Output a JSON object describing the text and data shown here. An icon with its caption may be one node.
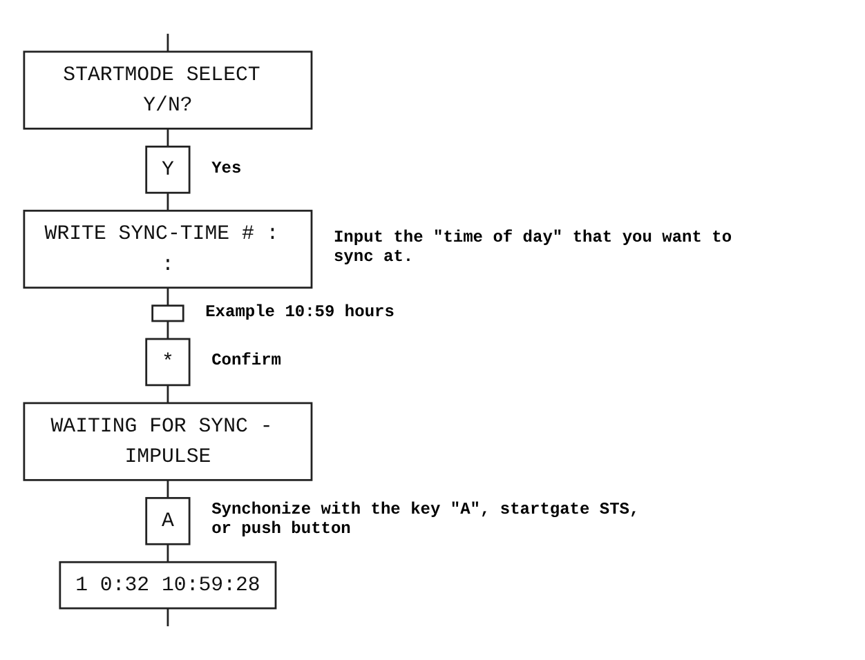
{
  "diagram": {
    "nodes": [
      {
        "text": [
          "STARTMODE SELECT Y/N?"
        ]
      },
      {
        "text": [
          "Y"
        ],
        "beside": [
          "Yes"
        ]
      },
      {
        "text": [
          "WRITE SYNC-TIME # : :"
        ],
        "beside": [
          "Input the \"time of day\" that you want to sync at."
        ]
      },
      {
        "text": [],
        "shape": "box",
        "beside": [
          "Example 10:59 hours"
        ]
      },
      {
        "text": [
          "*"
        ],
        "beside": [
          "Confirm"
        ]
      },
      {
        "text": [
          "WAITING FOR SYNC - IMPULSE"
        ]
      },
      {
        "text": [
          "A"
        ],
        "beside": [
          "Synchonize with the key \"A\", startgate STS, or push button"
        ]
      },
      {
        "text": [
          "1 0:32 10:59:28"
        ]
      }
    ],
    "edges": [
      {
        "from": null,
        "to": 0,
        "arrow": "none"
      },
      {
        "from": 0,
        "to": 1,
        "arrow": "none"
      },
      {
        "from": 1,
        "to": 2,
        "arrow": "none"
      },
      {
        "from": 2,
        "to": 3,
        "arrow": "none"
      },
      {
        "from": 3,
        "to": 4,
        "arrow": "none"
      },
      {
        "from": 4,
        "to": 5,
        "arrow": "none"
      },
      {
        "from": 5,
        "to": 6,
        "arrow": "none"
      },
      {
        "from": 6,
        "to": 7,
        "arrow": "none"
      },
      {
        "from": 7,
        "to": null,
        "arrow": "none"
      }
    ]
  }
}
